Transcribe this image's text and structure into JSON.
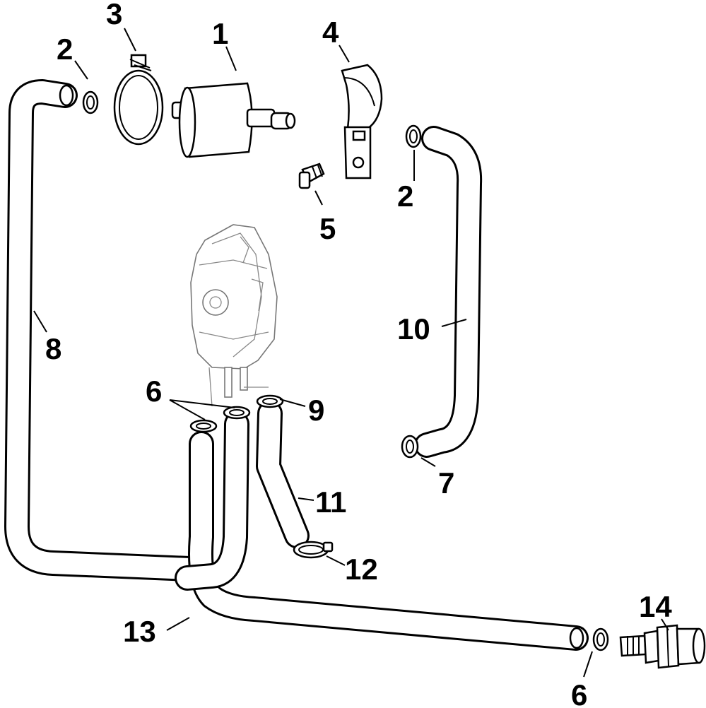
{
  "diagram": {
    "labels": {
      "filter": "1",
      "clamp_top_left": "2",
      "clamp_top_right": "2",
      "strap": "3",
      "bracket": "4",
      "screw": "5",
      "clamp_pair": "6",
      "clamp_bottom_right": "6",
      "clamp_hose10_bottom": "7",
      "hose_left": "8",
      "clamp_9": "9",
      "hose_right": "10",
      "hose_short": "11",
      "clamp_12": "12",
      "hose_long": "13",
      "connector": "14"
    }
  }
}
